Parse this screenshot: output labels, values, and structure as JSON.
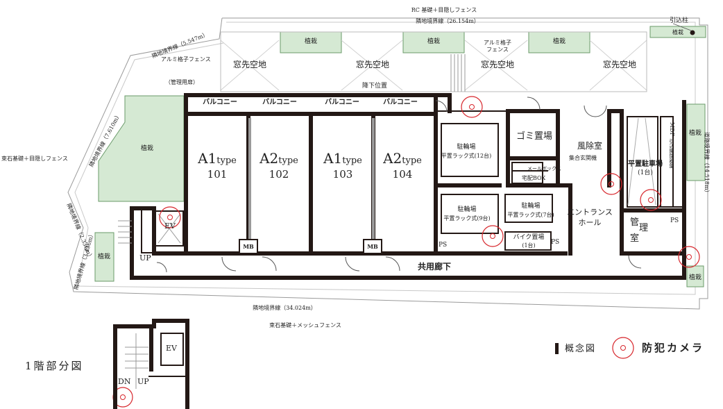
{
  "plan": {
    "boundaries": {
      "top_fence": "RC 基礎＋目隠しフェンス",
      "top_line": "隣地境界線（26.154m）",
      "bottom_line": "隣地境界線（34.024m）",
      "bottom_fence": "束石基礎＋メッシュフェンス",
      "left_fence": "束石基礎＋目隠しフェンス",
      "left_upper": "隣地境界線（5.547m）",
      "left_mid": "隣地境界線（7.610m）",
      "left_low1": "隣地境界線（2.336m）",
      "left_low2": "隣地境界線（3.436m）",
      "right_line": "道路境界線（14.518m）",
      "hikikomi": "引込柱"
    },
    "planting": "植栽",
    "window_space": "窓先空地",
    "grille_fence_left": "アルミ格子フェンス",
    "grille_fence_top": [
      "アルミ格子",
      "フェンス"
    ],
    "kanri": "（管理用扉）",
    "kouka": "降下位置",
    "balcony": "バルコニー",
    "units": [
      {
        "type_main": "A1",
        "type_suffix": "type",
        "number": "101"
      },
      {
        "type_main": "A2",
        "type_suffix": "type",
        "number": "102"
      },
      {
        "type_main": "A1",
        "type_suffix": "type",
        "number": "103"
      },
      {
        "type_main": "A2",
        "type_suffix": "type",
        "number": "104"
      }
    ],
    "mb": "MB",
    "ps": "PS",
    "ev": "EV",
    "up": "UP",
    "dn": "DN",
    "bicycle1": {
      "title": "駐輪場",
      "detail": "平置ラック式(12台)"
    },
    "bicycle2": {
      "title": "駐輪場",
      "detail": "平置ラック式(9台)"
    },
    "bicycle3": {
      "title": "駐輪場",
      "detail": "平置ラック式(7台)"
    },
    "bike": {
      "title": "バイク置場",
      "detail": "(1台)"
    },
    "garbage": "ゴミ置場",
    "mailbox": "メールボックス",
    "delivery": "宅配BOX",
    "windbreak": "風除室",
    "entrance_door": "集合玄関機",
    "entrance_hall": [
      "エントランス",
      "ホール"
    ],
    "parking": {
      "title": "平置駐車場",
      "detail": "(1台)"
    },
    "mdf": "MDF",
    "hikikomi_board": "引込開閉器盤",
    "kanri_room": [
      "管",
      "理",
      "室"
    ],
    "corridor": "共用廊下",
    "partial_title": "1階部分図",
    "legend": {
      "concept": "概念図",
      "camera": "防犯カメラ"
    }
  },
  "colors": {
    "wall": "#231815",
    "plant_fill": "#d5e9d3",
    "camera_ring": "#d7262c",
    "line": "#8a8a8a",
    "label": "#222222"
  }
}
